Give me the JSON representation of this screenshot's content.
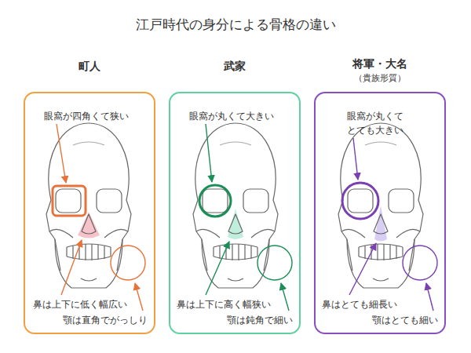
{
  "diagram": {
    "title": "江戸時代の身分による骨格の違い",
    "nodes": [
      {
        "text": [
          "町人",
          "眼窩が四角くて狭い",
          "鼻は上下に低く幅広い",
          "顎は直角でがっしり"
        ]
      },
      {
        "text": [
          "武家",
          "眼窩が丸くて大きい",
          "鼻は上下に高く幅狭い",
          "顎は鈍角で細い"
        ]
      },
      {
        "text": [
          "将軍・大名",
          "（貴族形質）",
          "眼窩が丸くて とても大きい",
          "鼻はとても細長い",
          "顎はとても細い"
        ]
      }
    ]
  }
}
